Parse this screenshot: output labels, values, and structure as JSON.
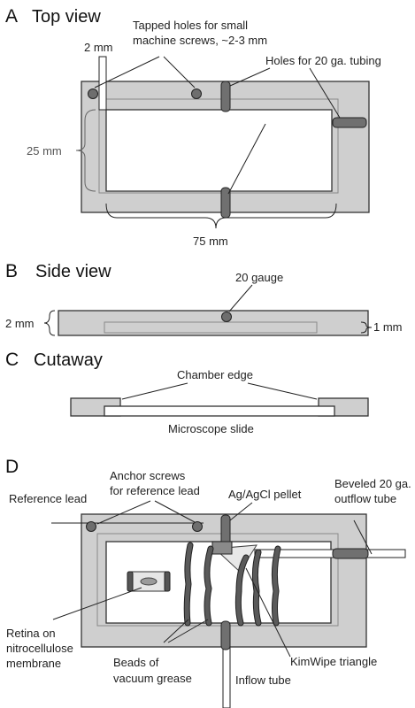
{
  "panels": {
    "a": {
      "letter": "A",
      "title": "Top view",
      "labels": {
        "width_2mm": "2 mm",
        "tapped_line1": "Tapped holes for small",
        "tapped_line2": "machine screws, ~2-3 mm",
        "holes_tubing": "Holes for 20 ga. tubing",
        "height_25mm": "25 mm",
        "length_75mm": "75 mm"
      }
    },
    "b": {
      "letter": "B",
      "title": "Side view",
      "labels": {
        "gauge": "20 gauge",
        "thick_2mm": "2 mm",
        "depth_1mm": "1 mm"
      }
    },
    "c": {
      "letter": "C",
      "title": "Cutaway",
      "labels": {
        "chamber_edge": "Chamber edge",
        "microscope_slide": "Microscope slide"
      }
    },
    "d": {
      "letter": "D",
      "labels": {
        "anchor_line1": "Anchor screws",
        "anchor_line2": "for reference lead",
        "reference_lead": "Reference lead",
        "pellet": "Ag/AgCl pellet",
        "beveled_line1": "Beveled 20 ga.",
        "beveled_line2": "outflow tube",
        "retina_line1": "Retina on",
        "retina_line2": "nitrocellulose",
        "retina_line3": "membrane",
        "beads_line1": "Beads of",
        "beads_line2": "vacuum grease",
        "kimwipe": "KimWipe triangle",
        "inflow": "Inflow tube"
      }
    }
  }
}
